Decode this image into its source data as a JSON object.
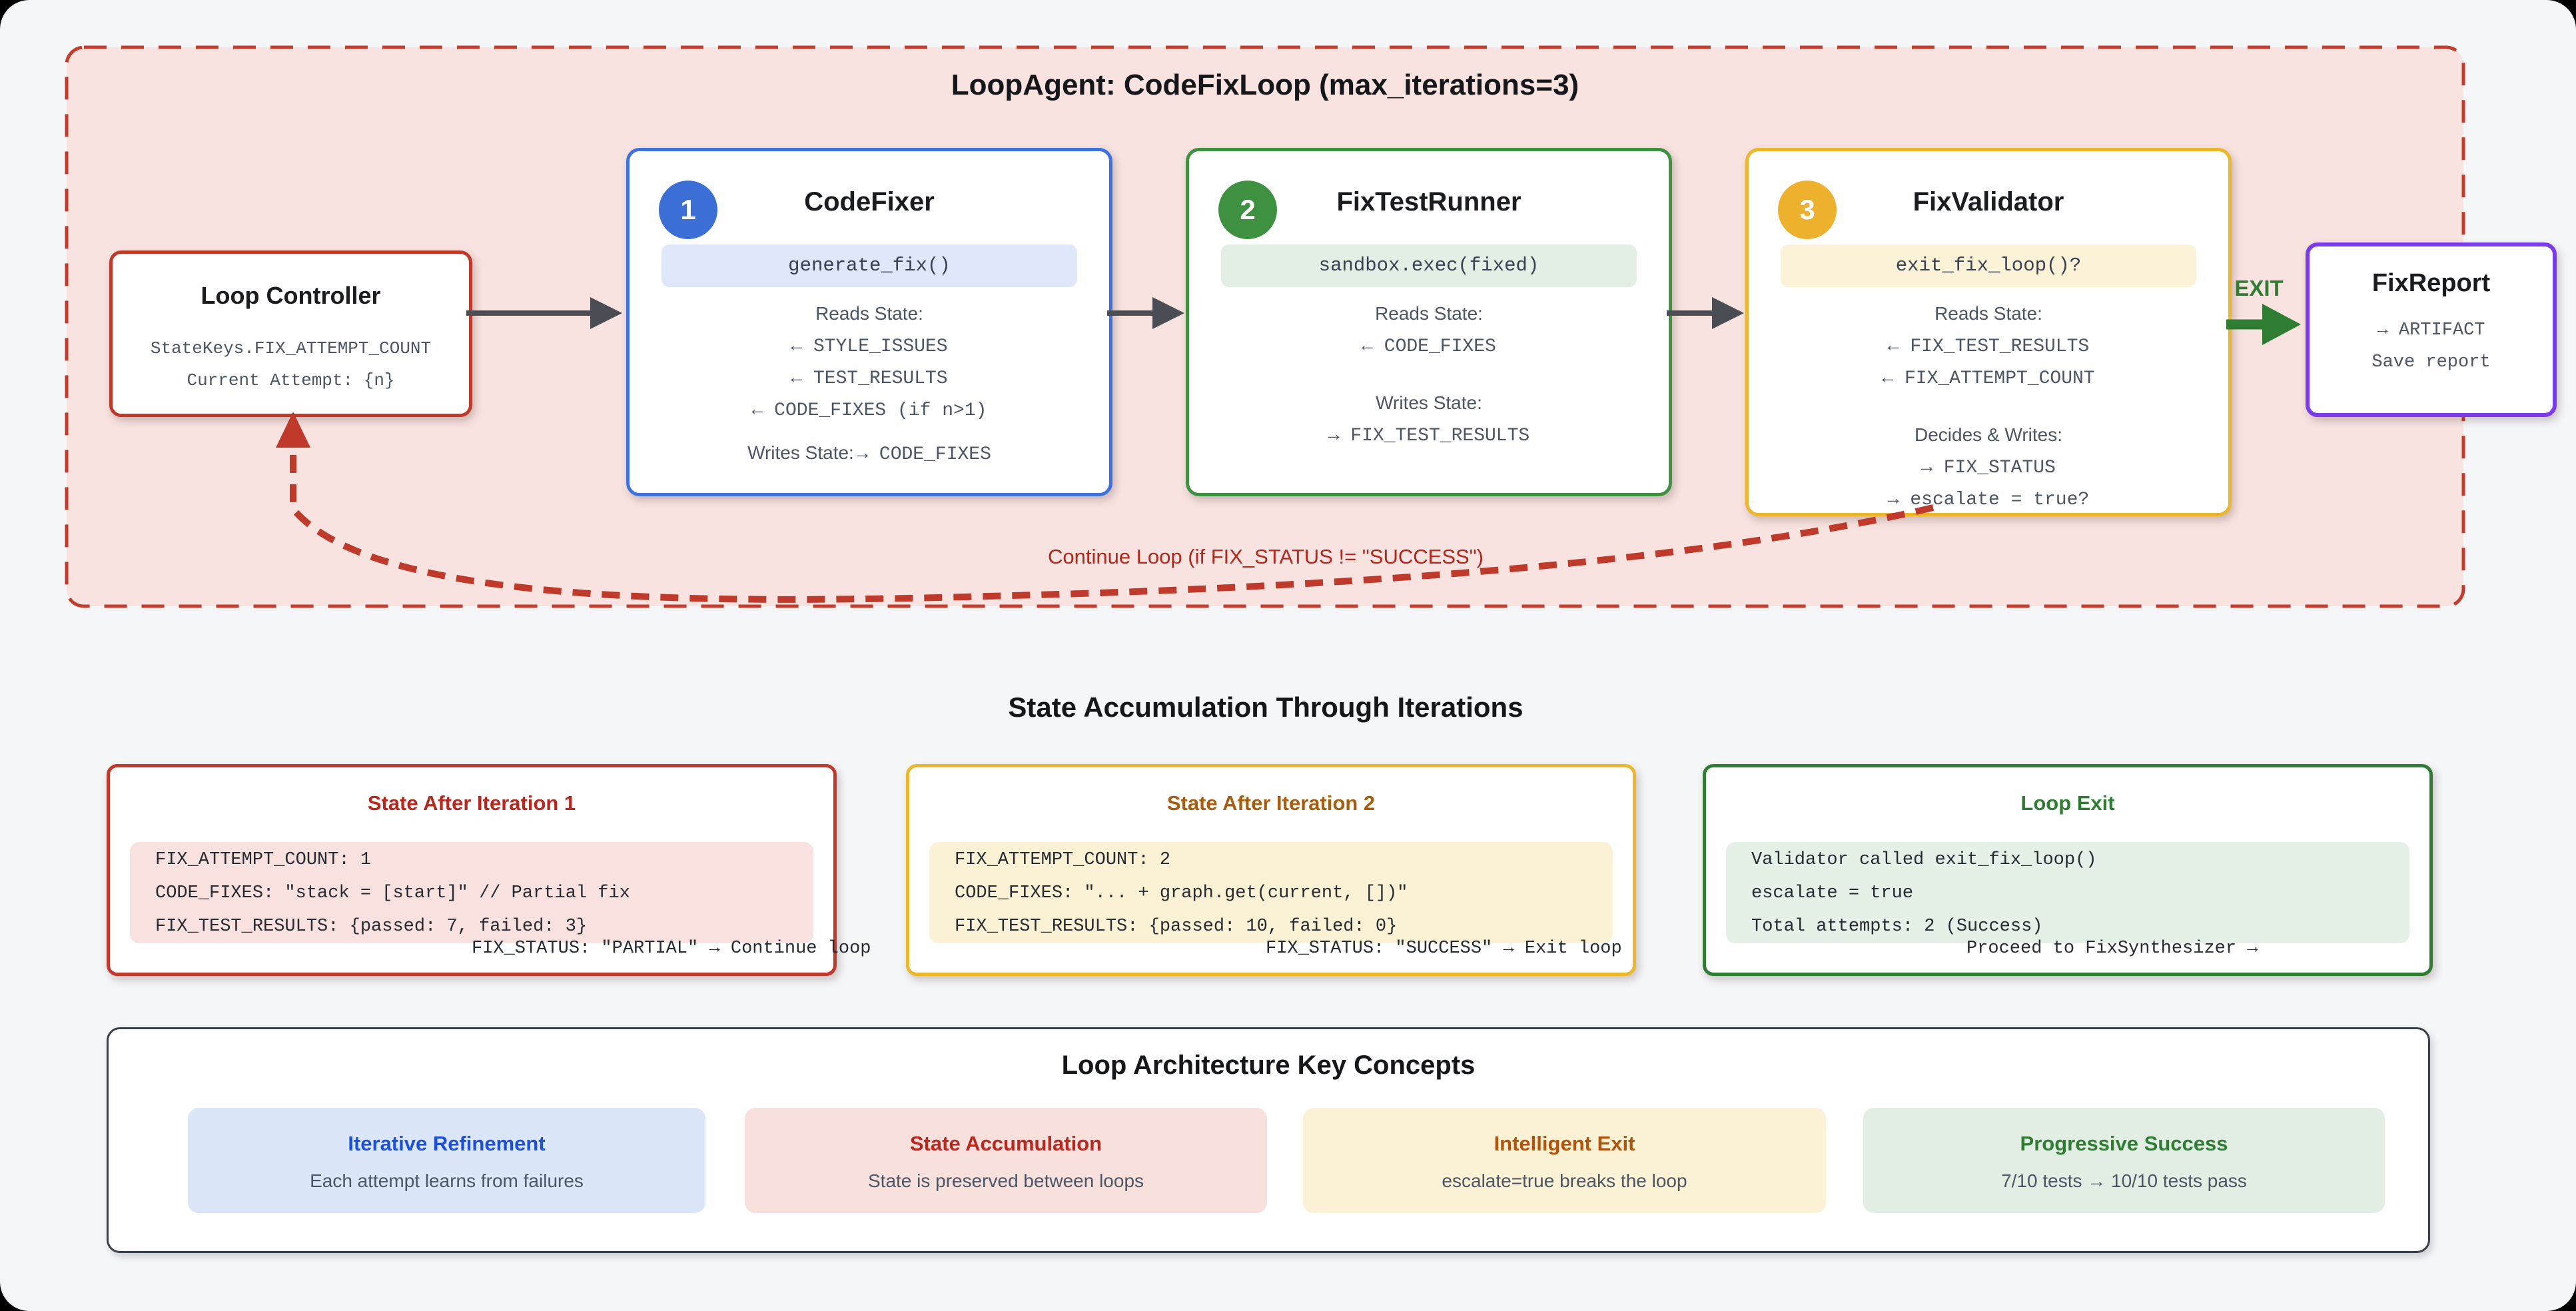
{
  "loop": {
    "title": "LoopAgent: CodeFixLoop (max_iterations=3)",
    "controller": {
      "title": "Loop Controller",
      "line1": "StateKeys.FIX_ATTEMPT_COUNT",
      "line2": "Current Attempt: {n}"
    },
    "agents": [
      {
        "num": "1",
        "name": "CodeFixer",
        "pill": "generate_fix()",
        "reads_label": "Reads State:",
        "reads": [
          "← STYLE_ISSUES",
          "← TEST_RESULTS",
          "← CODE_FIXES (if n>1)"
        ],
        "writes_label": "Writes State:",
        "writes_value": "→ CODE_FIXES"
      },
      {
        "num": "2",
        "name": "FixTestRunner",
        "pill": "sandbox.exec(fixed)",
        "reads_label": "Reads State:",
        "reads": [
          "← CODE_FIXES"
        ],
        "writes_label": "Writes State:",
        "writes": [
          "→ FIX_TEST_RESULTS"
        ]
      },
      {
        "num": "3",
        "name": "FixValidator",
        "pill": "exit_fix_loop()?",
        "reads_label": "Reads State:",
        "reads": [
          "← FIX_TEST_RESULTS",
          "← FIX_ATTEMPT_COUNT"
        ],
        "writes_label": "Decides & Writes:",
        "writes": [
          "→ FIX_STATUS",
          "→ escalate = true?"
        ]
      }
    ],
    "exit_label": "EXIT",
    "report": {
      "title": "FixReport",
      "line1": "→ ARTIFACT",
      "line2": "Save report"
    },
    "continue_label": "Continue Loop (if FIX_STATUS != \"SUCCESS\")"
  },
  "state_section": {
    "title": "State Accumulation Through Iterations",
    "boxes": [
      {
        "title": "State After Iteration 1",
        "lines": [
          "FIX_ATTEMPT_COUNT: 1",
          "CODE_FIXES: \"stack = [start]\" // Partial fix",
          "FIX_TEST_RESULTS: {passed: 7, failed: 3}"
        ],
        "overflow": "FIX_STATUS: \"PARTIAL\" → Continue loop"
      },
      {
        "title": "State After Iteration 2",
        "lines": [
          "FIX_ATTEMPT_COUNT: 2",
          "CODE_FIXES: \"... + graph.get(current, [])\"",
          "FIX_TEST_RESULTS: {passed: 10, failed: 0}"
        ],
        "overflow": "FIX_STATUS: \"SUCCESS\" → Exit loop"
      },
      {
        "title": "Loop Exit",
        "lines": [
          "Validator called exit_fix_loop()",
          "escalate = true",
          "Total attempts: 2 (Success)"
        ],
        "overflow": "Proceed to FixSynthesizer →"
      }
    ]
  },
  "concepts": {
    "title": "Loop Architecture Key Concepts",
    "chips": [
      {
        "title": "Iterative Refinement",
        "subtitle": "Each attempt learns from failures"
      },
      {
        "title": "State Accumulation",
        "subtitle": "State is preserved between loops"
      },
      {
        "title": "Intelligent Exit",
        "subtitle": "escalate=true breaks the loop"
      },
      {
        "title": "Progressive Success",
        "subtitle": "7/10 tests → 10/10 tests pass"
      }
    ]
  },
  "colors": {
    "page_bg": "#f5f6f8",
    "loop_fill": "#f8e3e0",
    "loop_border": "#c43c2c",
    "controller_red": "#c0392b",
    "agent_blue": "#3d72e0",
    "agent_green": "#3f9142",
    "agent_amber": "#edb72c",
    "report_purple": "#7c3aed",
    "exit_green": "#2e7d32",
    "connector_gray": "#4a4e54",
    "continue_red": "#b3261c"
  }
}
